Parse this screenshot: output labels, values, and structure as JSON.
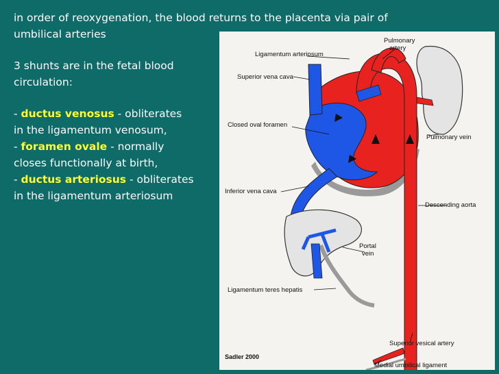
{
  "slide": {
    "line1": "in order of reoxygenation, the blood returns to the placenta via pair of",
    "line2": "umbilical arteries",
    "line3": "3 shunts are in the fetal blood",
    "line4": "circulation:",
    "shunt1_prefix": "- ",
    "shunt1_term": "ductus venosus",
    "shunt1_rest": " - obliterates",
    "shunt1_cont": "in the ligamentum venosum,",
    "shunt2_prefix": "- ",
    "shunt2_term": "foramen ovale",
    "shunt2_rest": " - normally",
    "shunt2_cont": "closes functionally at birth,",
    "shunt3_prefix": "- ",
    "shunt3_term": "ductus arteriosus",
    "shunt3_rest": " - obliterates",
    "shunt3_cont": " in the ligamentum arteriosum"
  },
  "figure": {
    "labels": {
      "pulmonary_artery_1": "Pulmonary",
      "pulmonary_artery_2": "artery",
      "ligamentum_arteriosum": "Ligamentum arteriosum",
      "superior_vena_cava": "Superior vena cava",
      "closed_oval_foramen": "Closed oval foramen",
      "pulmonary_vein": "Pulmonary vein",
      "inferior_vena_cava": "Inferior vena cava",
      "descending_aorta": "Descending aorta",
      "portal_vein_1": "Portal",
      "portal_vein_2": "vein",
      "ligamentum_teres_hepatis": "Ligamentum teres hepatis",
      "superior_vesical_artery": "Superior vesical artery",
      "medial_umbilical_ligament": "Medial umbilical ligament",
      "credit": "Sadler 2000"
    },
    "colors": {
      "arterial": "#e8231f",
      "venous": "#1e56e6",
      "ligament": "#9a9a9a",
      "organ": "#e4e4e4"
    }
  },
  "colors": {
    "background": "#0e6b68",
    "text": "#ffffff",
    "highlight": "#ffff33"
  }
}
